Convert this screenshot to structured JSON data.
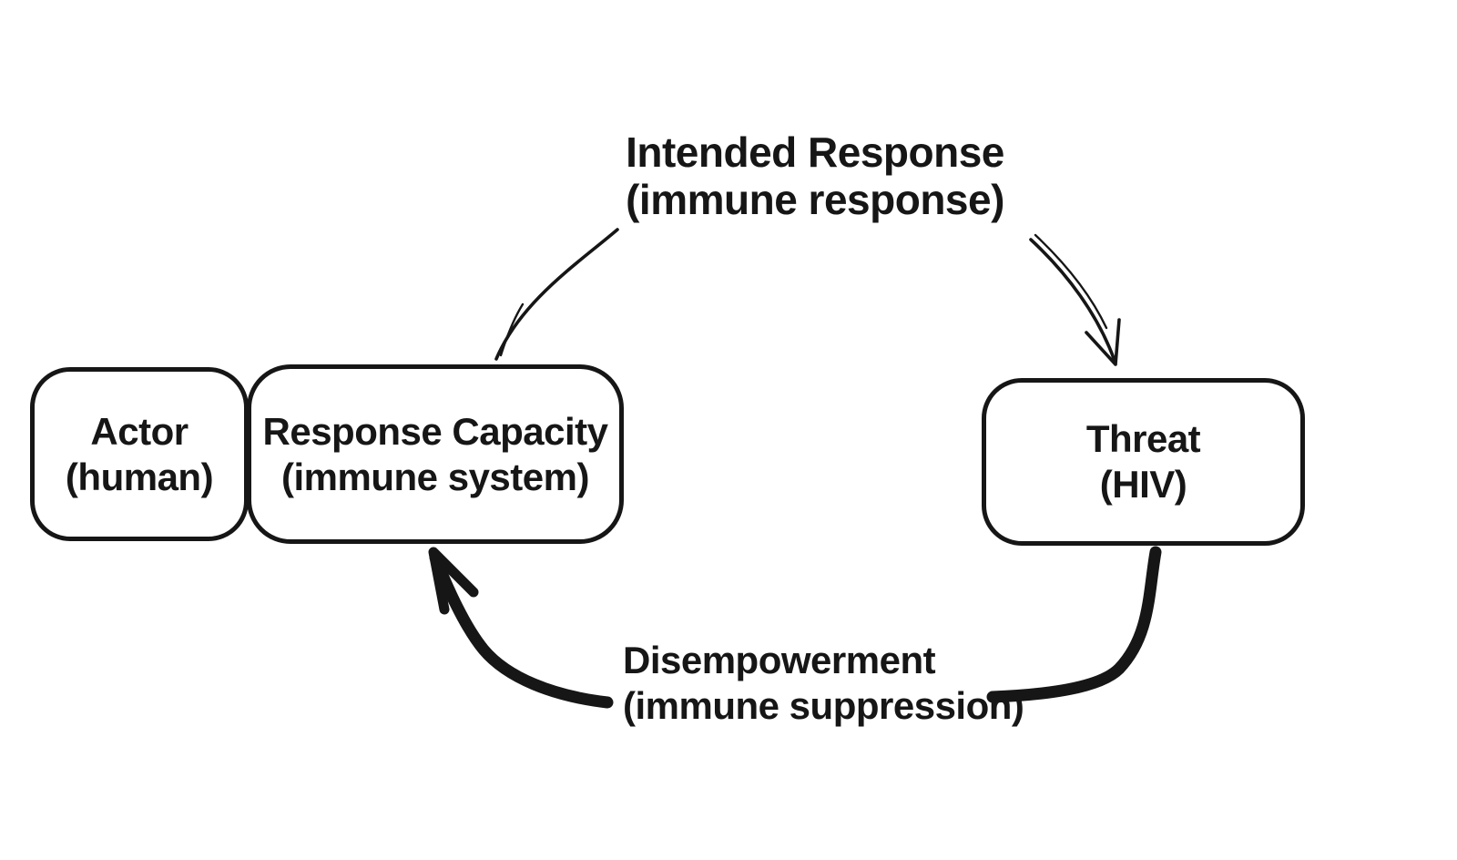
{
  "diagram": {
    "title": "Threat response loop (hand-drawn diagram)",
    "colors": {
      "ink": "#161616",
      "background": "#ffffff"
    },
    "nodes": [
      {
        "id": "actor",
        "title": "Actor",
        "subtitle": "(human)"
      },
      {
        "id": "response-capacity",
        "title": "Response Capacity",
        "subtitle": "(immune system)"
      },
      {
        "id": "threat",
        "title": "Threat",
        "subtitle": "(HIV)"
      }
    ],
    "edges": [
      {
        "id": "intended-response",
        "label": "Intended Response",
        "sublabel": "(immune response)",
        "from": "response-capacity",
        "to": "threat",
        "style": "thin-sketch"
      },
      {
        "id": "disempowerment",
        "label": "Disempowerment",
        "sublabel": "(immune suppression)",
        "from": "threat",
        "to": "response-capacity",
        "style": "thick-sketch"
      }
    ]
  }
}
